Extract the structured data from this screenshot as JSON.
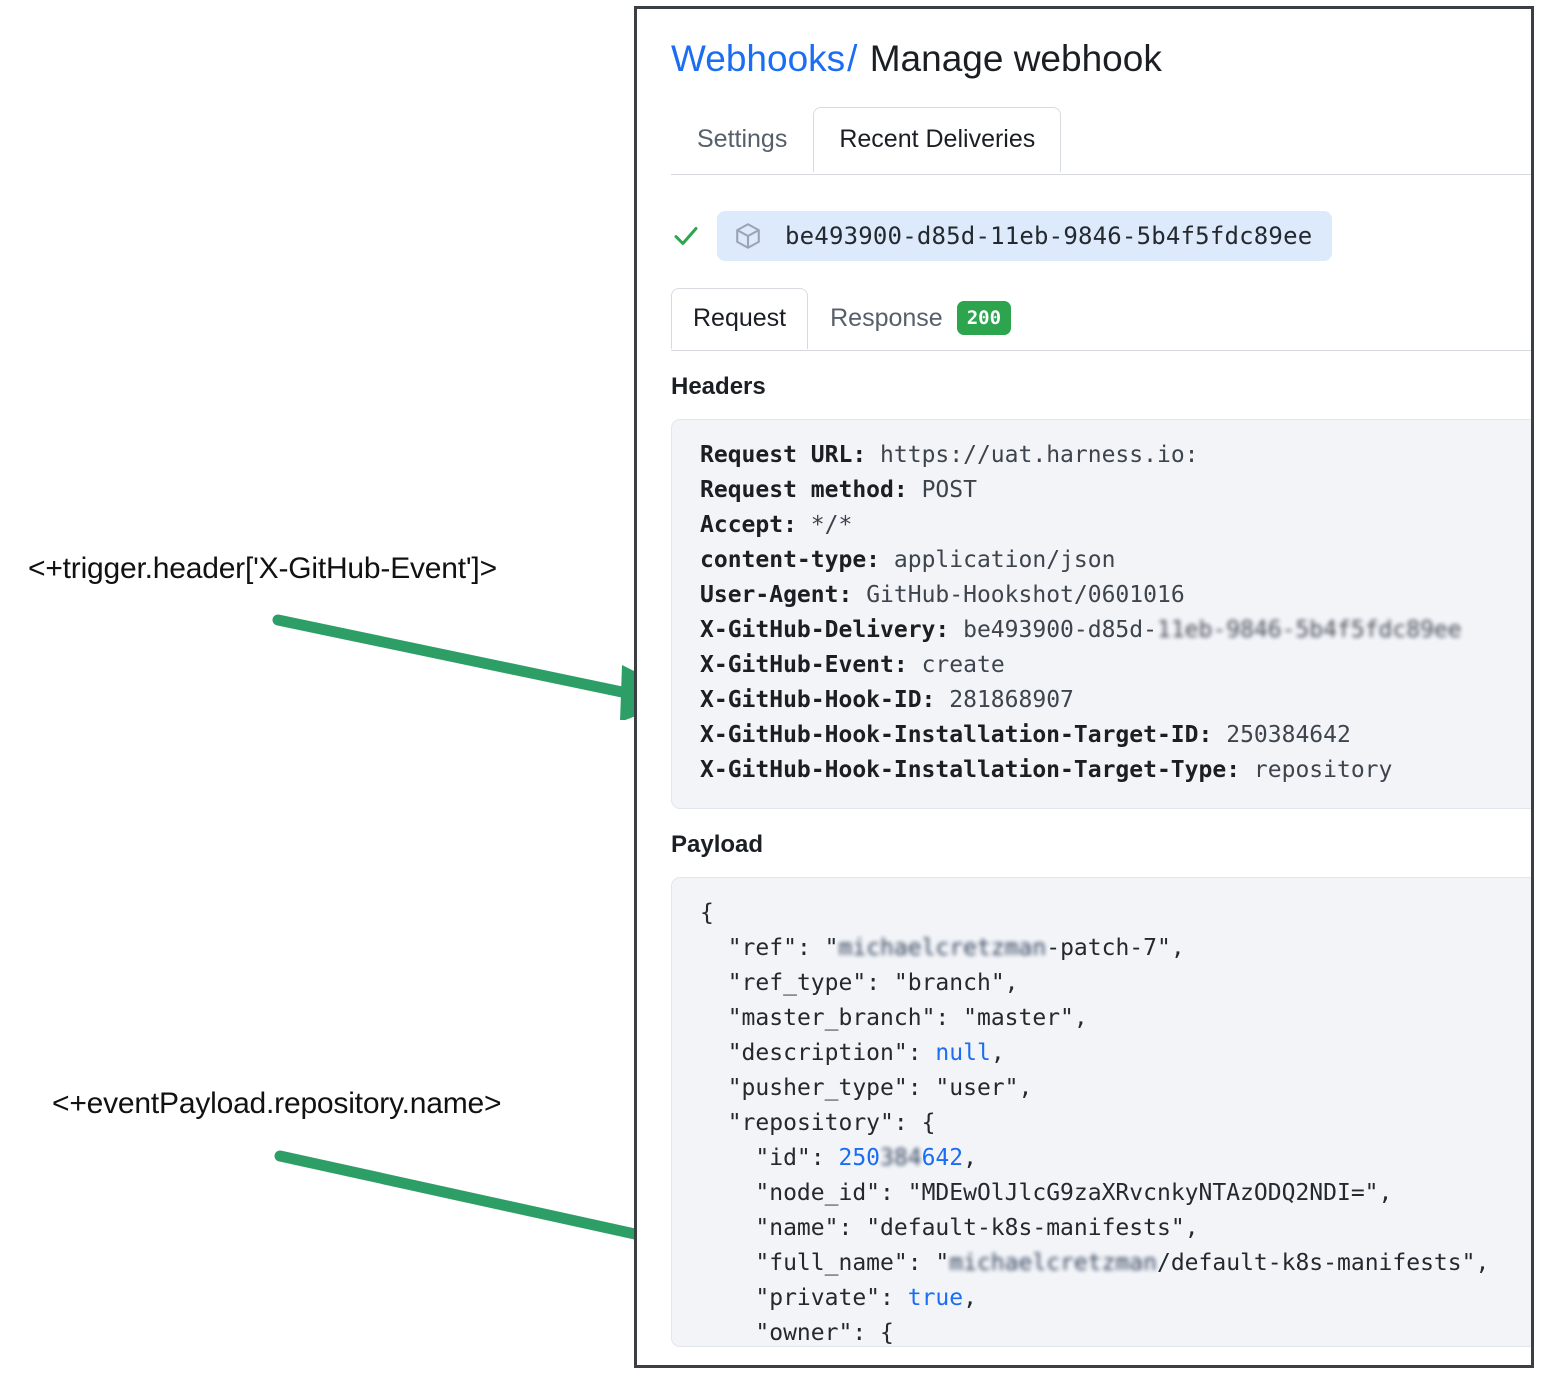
{
  "annotations": [
    {
      "text": "<+trigger.header['X-GitHub-Event']>",
      "arrow_color": "#2e9e67"
    },
    {
      "text": "<+eventPayload.repository.name>",
      "arrow_color": "#2e9e67"
    }
  ],
  "breadcrumb": {
    "link": "Webhooks",
    "separator": "/",
    "current": "Manage webhook",
    "link_color": "#1b6ef3"
  },
  "tabs": [
    {
      "label": "Settings",
      "selected": false
    },
    {
      "label": "Recent Deliveries",
      "selected": true
    }
  ],
  "delivery": {
    "status_icon": "check-icon",
    "chip_icon": "cube-icon",
    "id": "be493900-d85d-11eb-9846-5b4f5fdc89ee",
    "chip_background": "#ddeafb"
  },
  "subtabs": [
    {
      "label": "Request",
      "selected": true,
      "badge": null
    },
    {
      "label": "Response",
      "selected": false,
      "badge": "200",
      "badge_color": "#2da44e"
    }
  ],
  "headers_section": {
    "title": "Headers",
    "rows": [
      {
        "key": "Request URL:",
        "value": "https://uat.harness.io:",
        "redacted": false
      },
      {
        "key": "Request method:",
        "value": "POST",
        "redacted": false
      },
      {
        "key": "Accept:",
        "value": "*/*",
        "redacted": false
      },
      {
        "key": "content-type:",
        "value": "application/json",
        "redacted": false
      },
      {
        "key": "User-Agent:",
        "value": "GitHub-Hookshot/0601016",
        "redacted": false
      },
      {
        "key": "X-GitHub-Delivery:",
        "value": "be493900-d85d-",
        "redacted": true,
        "redacted_value": "11eb-9846-5b4f5fdc89ee"
      },
      {
        "key": "X-GitHub-Event:",
        "value": "create",
        "redacted": false
      },
      {
        "key": "X-GitHub-Hook-ID:",
        "value": "281868907",
        "redacted": false
      },
      {
        "key": "X-GitHub-Hook-Installation-Target-ID:",
        "value": "250384642",
        "redacted": false
      },
      {
        "key": "X-GitHub-Hook-Installation-Target-Type:",
        "value": "repository",
        "redacted": false
      }
    ]
  },
  "payload_section": {
    "title": "Payload",
    "lines": [
      {
        "indent": 0,
        "key": null,
        "open": "{"
      },
      {
        "indent": 1,
        "key": "\"ref\"",
        "redacted_prefix": "michaelcretzman",
        "value_suffix": "-patch-7",
        "quoted": true,
        "trailing": ","
      },
      {
        "indent": 1,
        "key": "\"ref_type\"",
        "value": "\"branch\"",
        "kind": "str",
        "trailing": ","
      },
      {
        "indent": 1,
        "key": "\"master_branch\"",
        "value": "\"master\"",
        "kind": "str",
        "trailing": ","
      },
      {
        "indent": 1,
        "key": "\"description\"",
        "value": "null",
        "kind": "lit",
        "trailing": ","
      },
      {
        "indent": 1,
        "key": "\"pusher_type\"",
        "value": "\"user\"",
        "kind": "str",
        "trailing": ","
      },
      {
        "indent": 1,
        "key": "\"repository\"",
        "value": "{",
        "kind": "open"
      },
      {
        "indent": 2,
        "key": "\"id\"",
        "value_prefix": "250",
        "redacted_mid": "384",
        "value_suffix": "642",
        "kind": "num",
        "trailing": ","
      },
      {
        "indent": 2,
        "key": "\"node_id\"",
        "value": "\"MDEwOlJlcG9zaXRvcnkyNTAzODQ2NDI=\"",
        "kind": "str",
        "trailing": ","
      },
      {
        "indent": 2,
        "key": "\"name\"",
        "value": "\"default-k8s-manifests\"",
        "kind": "str",
        "trailing": ","
      },
      {
        "indent": 2,
        "key": "\"full_name\"",
        "redacted_prefix": "michaelcretzman",
        "value_suffix": "/default-k8s-manifests",
        "quoted": true,
        "trailing": ","
      },
      {
        "indent": 2,
        "key": "\"private\"",
        "value": "true",
        "kind": "lit",
        "trailing": ","
      },
      {
        "indent": 2,
        "key": "\"owner\"",
        "value": "{",
        "kind": "open"
      }
    ]
  }
}
